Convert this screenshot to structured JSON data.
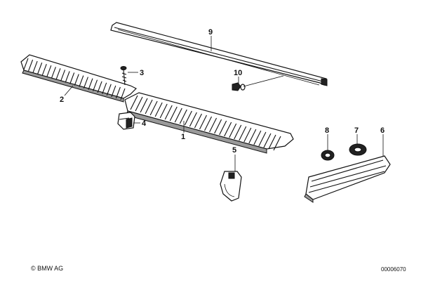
{
  "callouts": {
    "c1": "1",
    "c2": "2",
    "c3": "3",
    "c4": "4",
    "c5": "5",
    "c6": "6",
    "c7": "7",
    "c8": "8",
    "c9": "9",
    "c10": "10"
  },
  "footer": {
    "copyright": "© BMW AG",
    "diagram_id": "00006070"
  },
  "colors": {
    "ink": "#111111",
    "shade": "#9a9a9a",
    "background": "#ffffff"
  }
}
